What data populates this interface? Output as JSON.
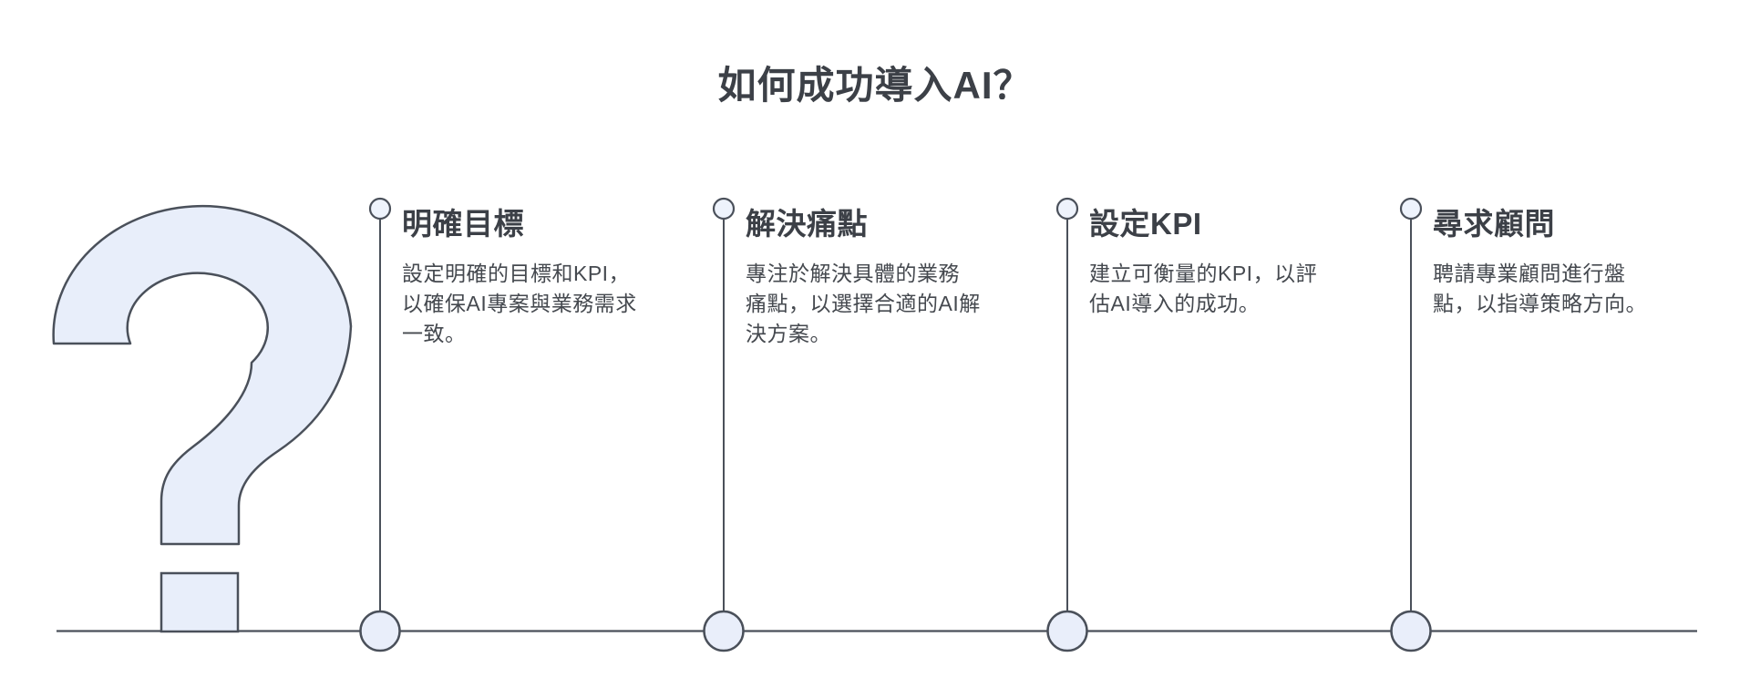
{
  "title": "如何成功導入AI？",
  "icon": {
    "name": "question-mark-icon",
    "glyph": "?"
  },
  "steps": [
    {
      "title": "明確目標",
      "description": "設定明確的目標和KPI，\n以確保AI專案與業務需求\n一致。"
    },
    {
      "title": "解決痛點",
      "description": "專注於解決具體的業務\n痛點，以選擇合適的AI解\n決方案。"
    },
    {
      "title": "設定KPI",
      "description": "建立可衡量的KPI，以評\n估AI導入的成功。"
    },
    {
      "title": "尋求顧問",
      "description": "聘請專業顧問進行盤\n點，以指導策略方向。"
    }
  ],
  "colors": {
    "background": "#ffffff",
    "stroke": "#4a505a",
    "shape_fill": "#e8eefa",
    "node_fill_top": "#eef3fc",
    "node_fill_bottom": "#e9eefa",
    "heading_text": "#3c4047",
    "body_text": "#45494f"
  }
}
